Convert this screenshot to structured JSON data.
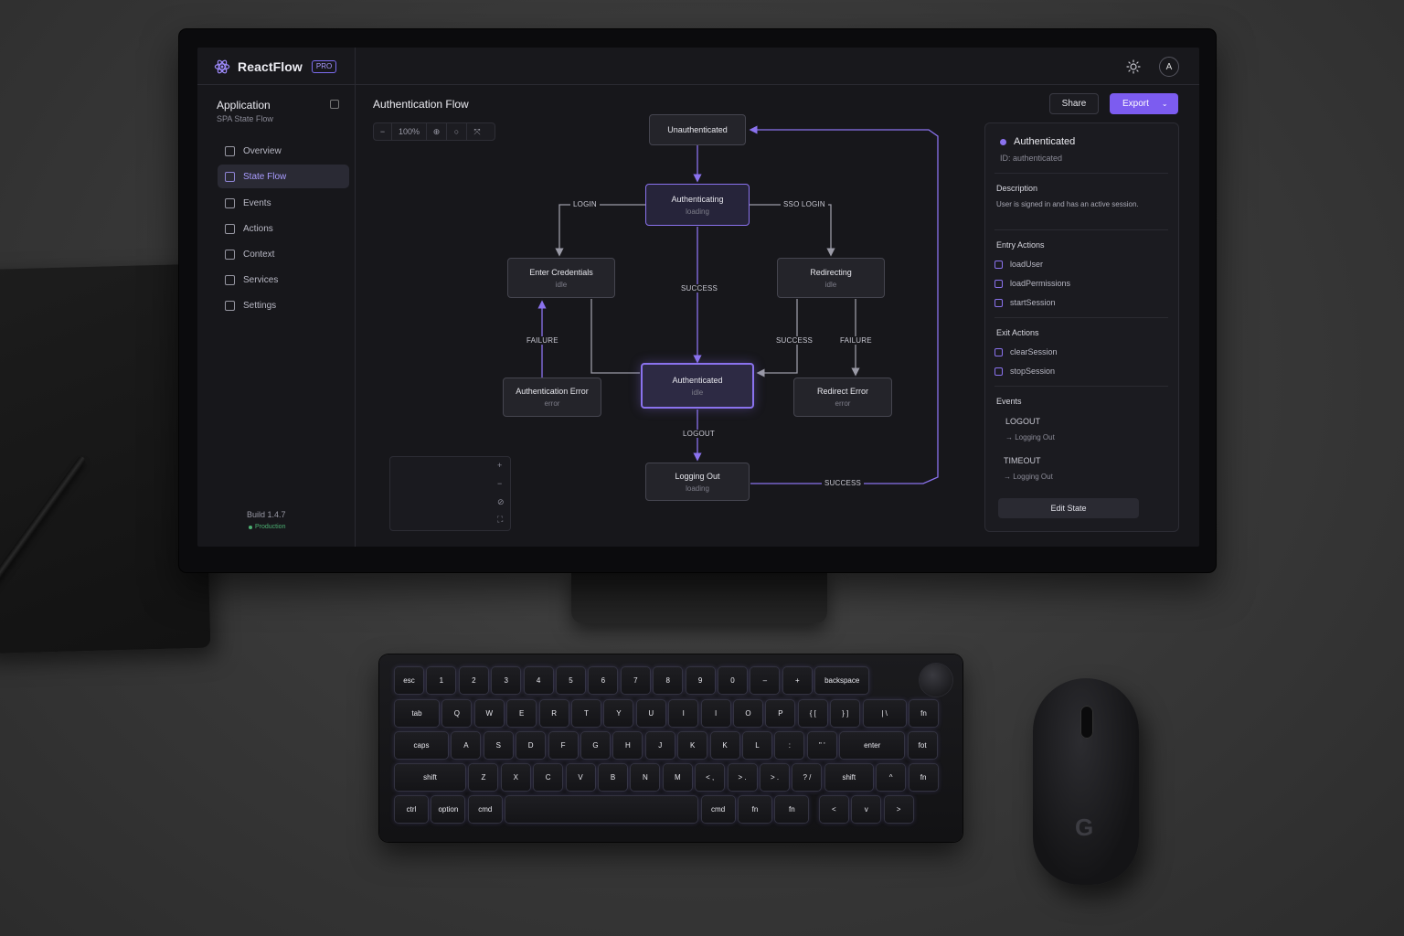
{
  "app": {
    "brand": "ReactFlow",
    "badge": "PRO",
    "avatar_initial": "A",
    "accent_color": "#7c5cf0"
  },
  "sidebar": {
    "title": "Application",
    "subtitle": "SPA State Flow",
    "items": [
      {
        "label": "Overview",
        "icon": "home-icon"
      },
      {
        "label": "State Flow",
        "icon": "flow-icon",
        "active": true
      },
      {
        "label": "Events",
        "icon": "events-icon"
      },
      {
        "label": "Actions",
        "icon": "actions-icon"
      },
      {
        "label": "Context",
        "icon": "context-icon"
      },
      {
        "label": "Services",
        "icon": "services-icon"
      },
      {
        "label": "Settings",
        "icon": "gear-icon"
      }
    ],
    "build": "Build 1.4.7",
    "environment": "Production"
  },
  "canvas": {
    "title": "Authentication Flow",
    "zoom": "100%",
    "share_label": "Share",
    "export_label": "Export"
  },
  "nodes": {
    "unauth": {
      "title": "Unauthenticated",
      "sub": ""
    },
    "authing": {
      "title": "Authenticating",
      "sub": "loading"
    },
    "creds": {
      "title": "Enter Credentials",
      "sub": "idle"
    },
    "redirect": {
      "title": "Redirecting",
      "sub": "idle"
    },
    "authed": {
      "title": "Authenticated",
      "sub": "idle"
    },
    "autherr": {
      "title": "Authentication Error",
      "sub": "error"
    },
    "rederr": {
      "title": "Redirect Error",
      "sub": "error"
    },
    "logout": {
      "title": "Logging Out",
      "sub": "loading"
    }
  },
  "edges": {
    "login": "LOGIN",
    "sso_login": "SSO LOGIN",
    "success_center": "SUCCESS",
    "failure_left": "FAILURE",
    "success_right": "SUCCESS",
    "failure_right": "FAILURE",
    "logout": "LOGOUT",
    "success_bottom": "SUCCESS"
  },
  "inspector": {
    "title": "Authenticated",
    "id": "ID: authenticated",
    "description_label": "Description",
    "description": "User is signed in and has an active session.",
    "entry_label": "Entry Actions",
    "entry_actions": [
      "loadUser",
      "loadPermissions",
      "startSession"
    ],
    "exit_label": "Exit Actions",
    "exit_actions": [
      "clearSession",
      "stopSession"
    ],
    "events_label": "Events",
    "events": [
      {
        "name": "LOGOUT",
        "target": "Logging Out"
      },
      {
        "name": "TIMEOUT",
        "target": "Logging Out"
      }
    ],
    "edit_label": "Edit State"
  },
  "keyboard": {
    "row1": [
      "esc",
      "1",
      "2",
      "3",
      "4",
      "5",
      "6",
      "7",
      "8",
      "9",
      "0",
      "–",
      "+",
      "backspace"
    ],
    "row2": [
      "tab",
      "Q",
      "W",
      "E",
      "R",
      "T",
      "Y",
      "U",
      "I",
      "I",
      "O",
      "P",
      "{ [",
      "} ]",
      "| \\",
      "fn"
    ],
    "row3": [
      "caps",
      "A",
      "S",
      "D",
      "F",
      "G",
      "H",
      "J",
      "K",
      "K",
      "L",
      ":",
      "\" '",
      "enter",
      "fot"
    ],
    "row4": [
      "shift",
      "Z",
      "X",
      "C",
      "V",
      "B",
      "N",
      "M",
      "< ,",
      "> .",
      "> .",
      "? /",
      "shift",
      "^",
      "fn"
    ],
    "row5": [
      "ctrl",
      "option",
      "cmd",
      "",
      "cmd",
      "fn",
      "fn",
      "<",
      "v",
      ">"
    ]
  },
  "mouse": {
    "logo": "G"
  }
}
